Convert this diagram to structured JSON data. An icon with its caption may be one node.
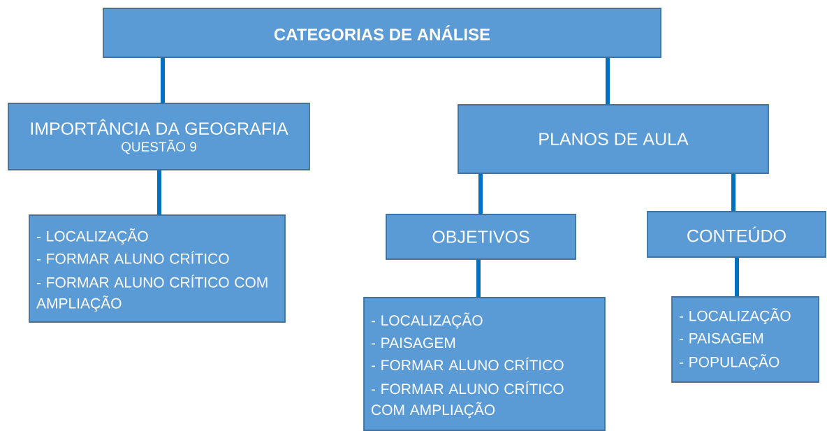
{
  "diagram": {
    "nodes": [
      {
        "text": [
          "CATEGORIAS DE ANÁLISE"
        ]
      },
      {
        "text": [
          "IMPORTÂNCIA DA GEOGRAFIA",
          "QUESTÃO 9"
        ]
      },
      {
        "text": [
          "PLANOS DE AULA"
        ]
      },
      {
        "text": [
          "- LOCALIZAÇÃO",
          "- FORMAR ALUNO CRÍTICO",
          "- FORMAR ALUNO CRÍTICO COM AMPLIAÇÃO"
        ]
      },
      {
        "text": [
          "OBJETIVOS"
        ]
      },
      {
        "text": [
          "CONTEÚDO"
        ]
      },
      {
        "text": [
          "- LOCALIZAÇÃO",
          "- PAISAGEM",
          "- FORMAR ALUNO CRÍTICO",
          "- FORMAR ALUNO CRÍTICO COM AMPLIAÇÃO"
        ]
      },
      {
        "text": [
          "- LOCALIZAÇÃO",
          "- PAISAGEM",
          "- POPULAÇÃO"
        ]
      }
    ],
    "edges": [
      {
        "from": 0,
        "to": 1,
        "arrow": "none"
      },
      {
        "from": 0,
        "to": 2,
        "arrow": "none"
      },
      {
        "from": 1,
        "to": 3,
        "arrow": "none"
      },
      {
        "from": 2,
        "to": 4,
        "arrow": "none"
      },
      {
        "from": 2,
        "to": 5,
        "arrow": "none"
      },
      {
        "from": 4,
        "to": 6,
        "arrow": "none"
      },
      {
        "from": 5,
        "to": 7,
        "arrow": "none"
      }
    ]
  }
}
